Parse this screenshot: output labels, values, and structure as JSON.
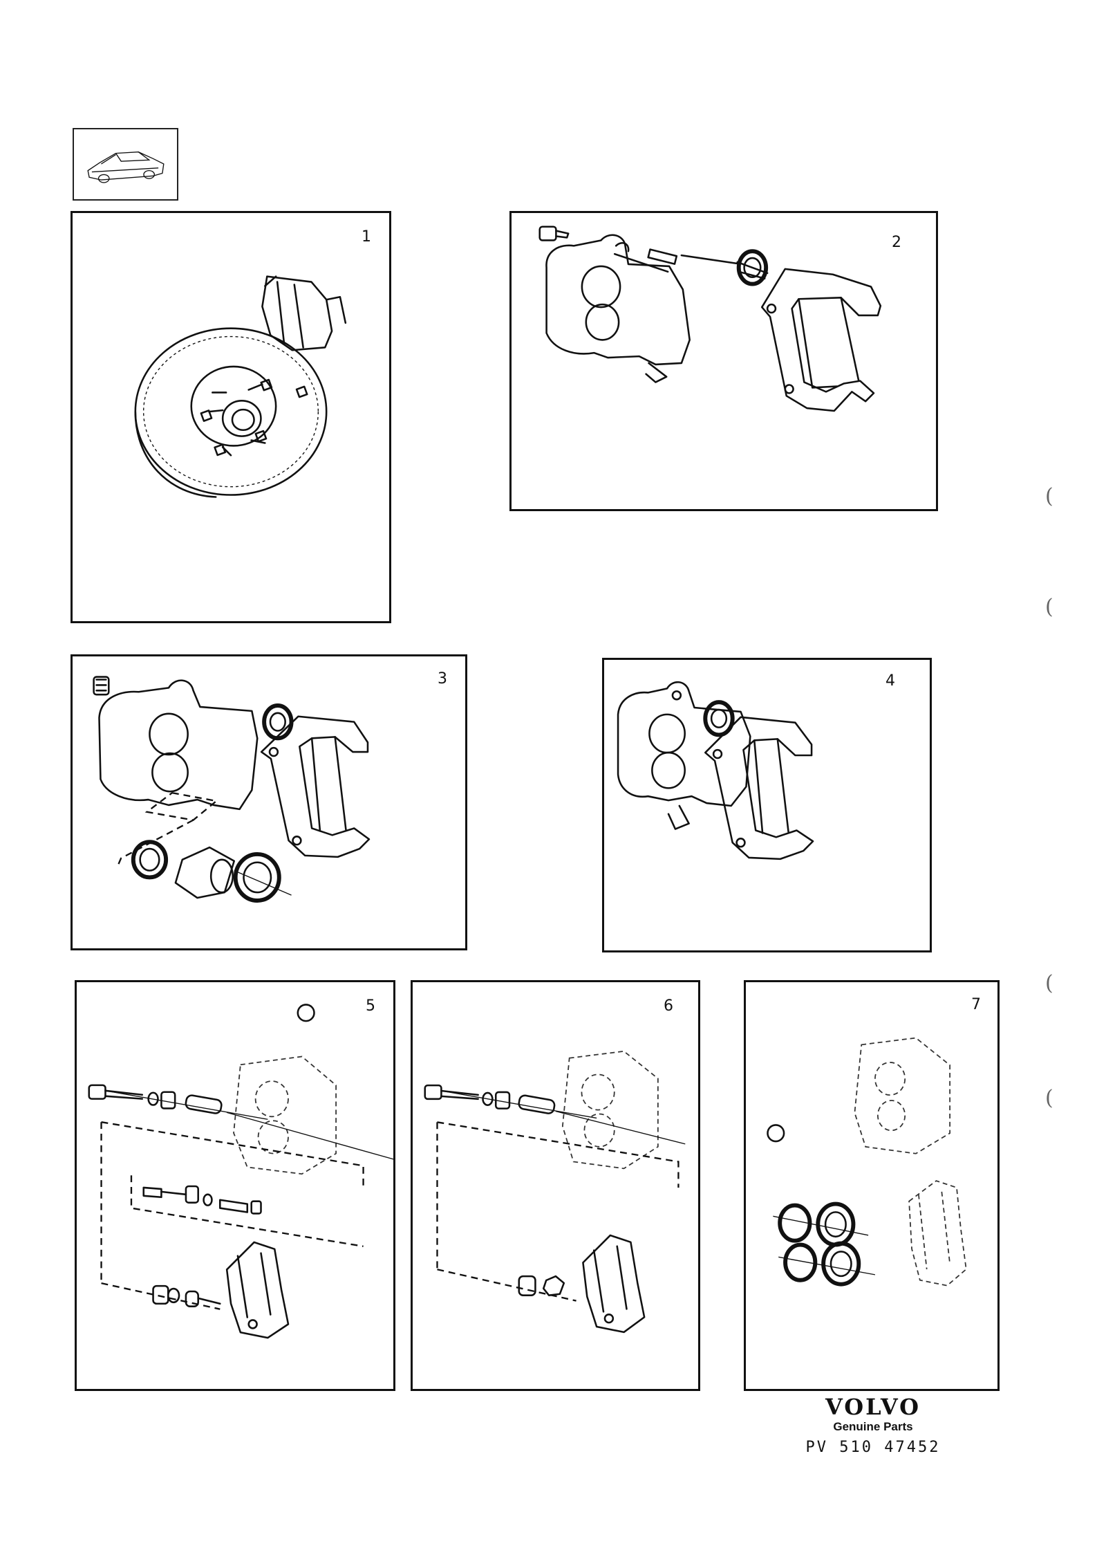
{
  "panels": [
    {
      "number": "1"
    },
    {
      "number": "2"
    },
    {
      "number": "3"
    },
    {
      "number": "4"
    },
    {
      "number": "5"
    },
    {
      "number": "6"
    },
    {
      "number": "7"
    }
  ],
  "brand": {
    "logo": "VOLVO",
    "tagline": "Genuine Parts",
    "code": "PV 510 47452"
  },
  "icons": {
    "thumbnail": "car-icon"
  }
}
